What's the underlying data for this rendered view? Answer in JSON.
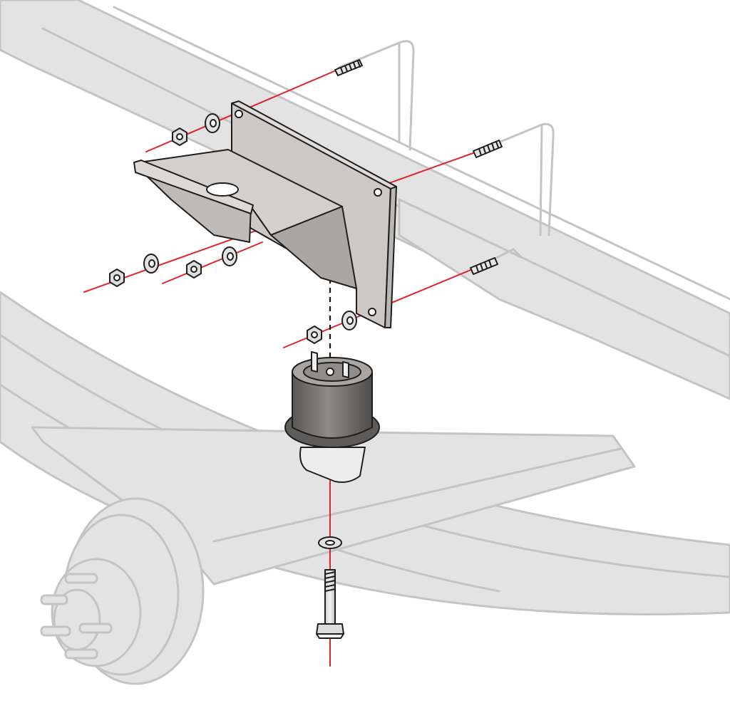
{
  "diagram": {
    "type": "exploded-assembly-illustration",
    "colors": {
      "explode_axis": "#e0242b",
      "ghost_fill": "#e3e3e3",
      "ghost_stroke": "#c4c4c4",
      "bracket_fill": "#c6c3c0",
      "bushing_fill": "#6f6c6a",
      "hardware_fill": "#dcdcdc",
      "outline": "#1e1e1e"
    },
    "components": [
      "leaf-spring",
      "u-bolt",
      "u-bolt",
      "mounting-bracket",
      "rubber-bushing",
      "flat-washer",
      "flat-washer",
      "flat-washer",
      "flat-washer",
      "flat-washer",
      "hex-nut",
      "hex-nut",
      "hex-nut",
      "hex-nut",
      "hex-bolt",
      "axle",
      "brake-drum-hub"
    ]
  }
}
